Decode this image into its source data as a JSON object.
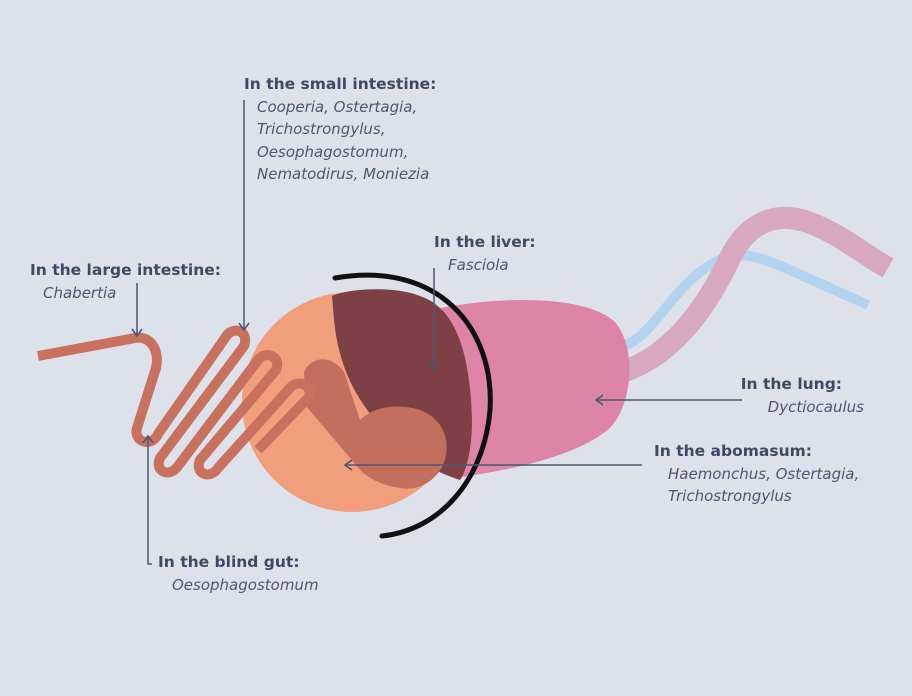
{
  "labels": {
    "small_intestine": {
      "heading": "In the small intestine:",
      "parasites": "Cooperia, Ostertagia,\nTrichostrongylus,\nOesophagostomum,\nNematodirus, Moniezia"
    },
    "liver": {
      "heading": "In the liver:",
      "parasites": "Fasciola"
    },
    "large_intestine": {
      "heading": "In the large intestine:",
      "parasites": "Chabertia"
    },
    "lung": {
      "heading": "In the lung:",
      "parasites": "Dyctiocaulus"
    },
    "abomasum": {
      "heading": "In the abomasum:",
      "parasites": "Haemonchus, Ostertagia,\nTrichostrongylus"
    },
    "blind_gut": {
      "heading": "In the blind gut:",
      "parasites": "Oesophagostomum"
    }
  },
  "colors": {
    "background": "#dde2ea",
    "intestine": "#c9715f",
    "stomach": "#f19e7c",
    "abomasum": "#c46e5e",
    "liver": "#7e4045",
    "lung": "#dd84a7",
    "trachea": "#d8a8c0",
    "esophagus": "#b4d3ef",
    "arc": "#111111",
    "pointer": "#4a5870",
    "heading_text": "#3d4a63"
  }
}
